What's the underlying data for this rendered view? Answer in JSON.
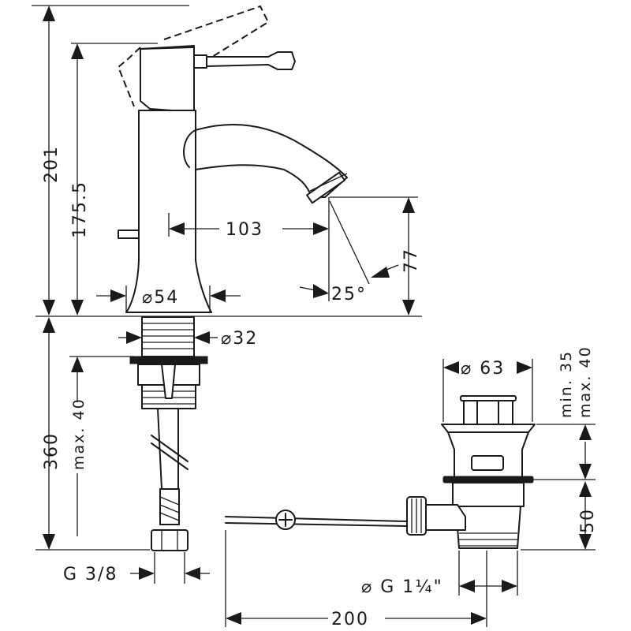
{
  "dimensions": {
    "total_height": "201",
    "handle_height": "175.5",
    "spout_reach": "103",
    "spout_height": "77",
    "spout_angle": "25°",
    "base_diameter": "⌀54",
    "shank_diameter": "⌀32",
    "hose_length": "360",
    "max_thickness": "max. 40",
    "connection": "G 3/8",
    "waste_diameter": "⌀ 63",
    "min_35": "min. 35",
    "max_40": "max. 40",
    "waste_50": "50",
    "waste_thread": "⌀ G 1¼\"",
    "rod_200": "200"
  }
}
